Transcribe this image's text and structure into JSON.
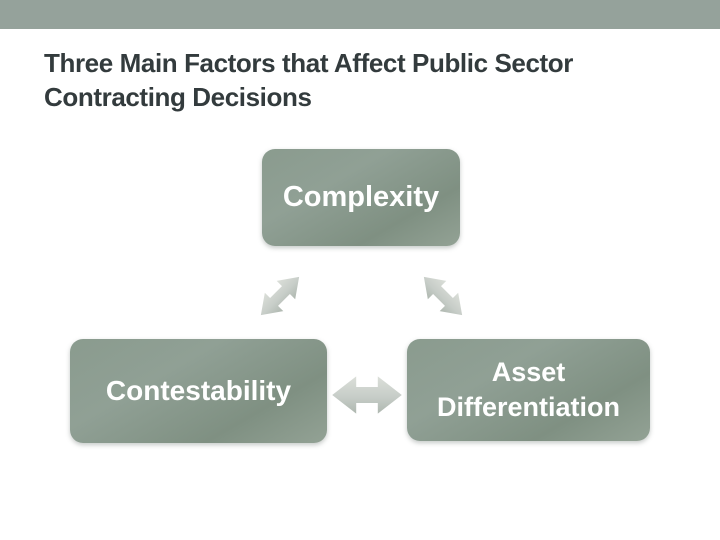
{
  "slide": {
    "background_color": "#ffffff",
    "top_bar_color": "#95a29b"
  },
  "title": {
    "lines": [
      "Three Main Factors that Affect Public Sector",
      "Contracting Decisions"
    ],
    "color": "#333b3d"
  },
  "diagram": {
    "top_box": {
      "label": "Complexity"
    },
    "bottom_left_box": {
      "label": "Contestability"
    },
    "bottom_right_box": {
      "label": "Asset Differentiation"
    },
    "box_fill_color": "#8a9b8e",
    "box_text_color": "#ffffff",
    "arrow_color": "#c7cdc8",
    "arrows": [
      "double-arrow-diagonal-between-complexity-and-contestability",
      "double-arrow-diagonal-between-complexity-and-asset-differentiation",
      "double-arrow-horizontal-between-contestability-and-asset-differentiation"
    ]
  }
}
